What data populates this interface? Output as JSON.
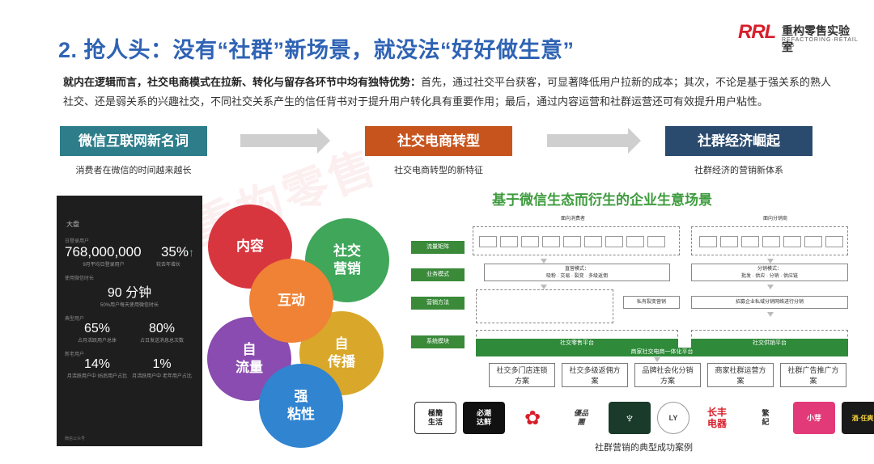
{
  "title": "2. 抢人头：没有“社群”新场景，就没法“好好做生意”",
  "logo": {
    "mark": "RRL",
    "cn": "重构零售实验室",
    "en": "REFACTORING·RETAIL LAB"
  },
  "intro": {
    "lead": "就内在逻辑而言，社交电商模式在拉新、转化与留存各环节中均有独特优势：",
    "body": "首先，通过社交平台获客，可显著降低用户拉新的成本；其次，不论是基于强关系的熟人社交、还是弱关系的兴趣社交，不同社交关系产生的信任背书对于提升用户转化具有重要作用；最后，通过内容运营和社群运营还可有效提升用户粘性。"
  },
  "flow": [
    {
      "title": "微信互联网新名词",
      "sub": "消费者在微信的时间越来越长"
    },
    {
      "title": "社交电商转型",
      "sub": "社交电商转型的新特征"
    },
    {
      "title": "社群经济崛起",
      "sub": "社群经济的营销新体系"
    }
  ],
  "phone": {
    "header": "大盘",
    "s1_label": "日登录用户",
    "users": "768,000,000",
    "users_sub": "9月平均日登录用户",
    "growth": "35%",
    "growth_sub": "较去年增长",
    "s2_label": "使用微信时长",
    "minutes": "90 分钟",
    "minutes_sub": "50%用户每天使用微信时长",
    "s3_label": "典型用户",
    "pct_a": "65%",
    "pct_a_sub": "占月活跃用户总体",
    "pct_b": "80%",
    "pct_b_sub": "占日发送消息总次数",
    "s4_label": "新老用户",
    "pct_c": "14%",
    "pct_c_sub": "月活跃用户中 95后用户占比",
    "pct_d": "1%",
    "pct_d_sub": "月活跃用户中 老年用户占比",
    "footer": "微信公众号"
  },
  "circles": {
    "neirong": "内容",
    "shejiao": "社交\n营销",
    "hudong": "互动",
    "ziliuliang": "自\n流量",
    "zichuanbo": "自\n传播",
    "qiangzhanxing": "强\n粘性"
  },
  "diagram": {
    "title": "基于微信生态而衍生的企业生意场景",
    "top_left": "面向消费者",
    "top_right": "面向分销商",
    "labels": [
      "流量矩阵",
      "业务模式",
      "营销方法",
      "系统模块"
    ],
    "mode_left": "直营模式：\n吸粉 · 交易 · 裂变 · 多级返佣",
    "mode_right": "分销模式：\n批发 · 供应 · 分销 · 供应链",
    "method_right_a": "私有裂变营销",
    "method_right_b": "招募企业私域分销网络进行分销",
    "platform_left": "社交零售平台",
    "platform_right": "社交供销平台",
    "platform_main": "商家社交电商一体化平台",
    "solutions": [
      "社交多门店连锁\n方案",
      "社交多级返佣方\n案",
      "品牌社会化分销\n方案",
      "商家社群运营方\n案",
      "社群广告推广方\n案"
    ],
    "caption": "社群营销的典型成功案例"
  },
  "brands": [
    "極簡\n生活",
    "必潮\n达鲜",
    "",
    "優品\n團",
    "",
    "LY",
    "长丰\n电器",
    "繁\n紀",
    "小芽",
    "酒·任爽"
  ],
  "colors": {
    "title_blue": "#2f63b4",
    "teal": "#2e7d8a",
    "orange": "#c7541d",
    "navy": "#2b4b6e",
    "green": "#3d9b3d",
    "logo_red": "#d81e2a"
  },
  "watermark": "重构零售"
}
